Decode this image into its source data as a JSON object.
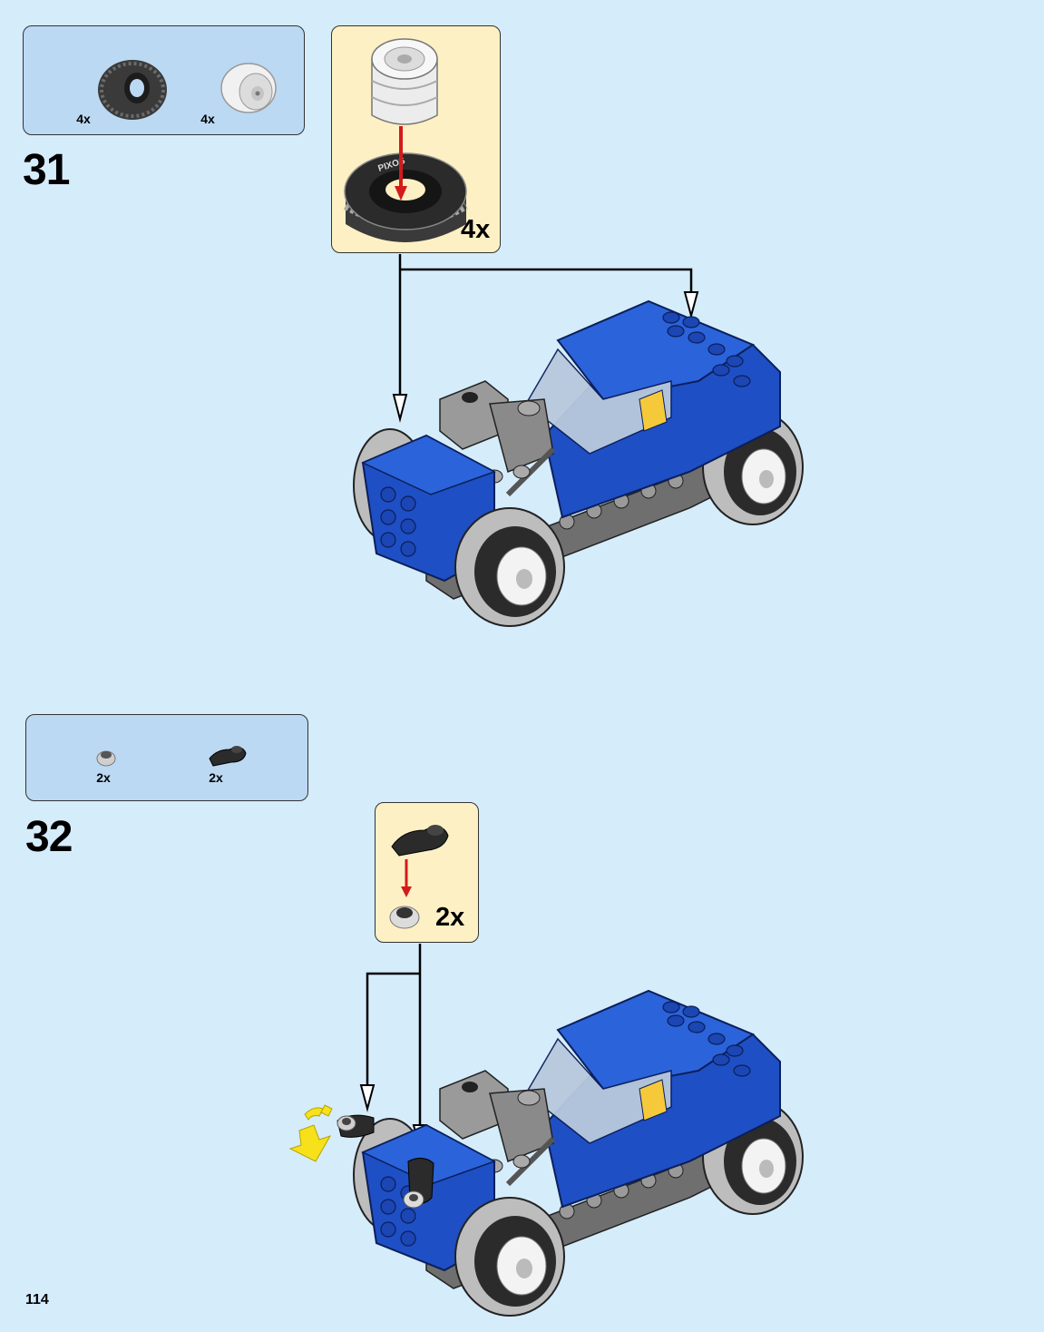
{
  "page_number": "114",
  "steps": [
    {
      "number": "31",
      "parts": [
        {
          "icon": "tire-icon",
          "quantity": "4x"
        },
        {
          "icon": "wheel-rim-icon",
          "quantity": "4x"
        }
      ],
      "submodel_quantity": "4x",
      "tire_text": "PIXOS"
    },
    {
      "number": "32",
      "parts": [
        {
          "icon": "round-stud-icon",
          "quantity": "2x"
        },
        {
          "icon": "clip-plate-icon",
          "quantity": "2x"
        }
      ],
      "submodel_quantity": "2x"
    }
  ],
  "colors": {
    "background": "#d5ecfb",
    "parts_box": "#bcd9f3",
    "submodel_box": "#fdf0c4",
    "car_blue": "#1f4fc4",
    "arrow_red": "#d41a1a",
    "motion_yellow": "#f6e11a"
  }
}
